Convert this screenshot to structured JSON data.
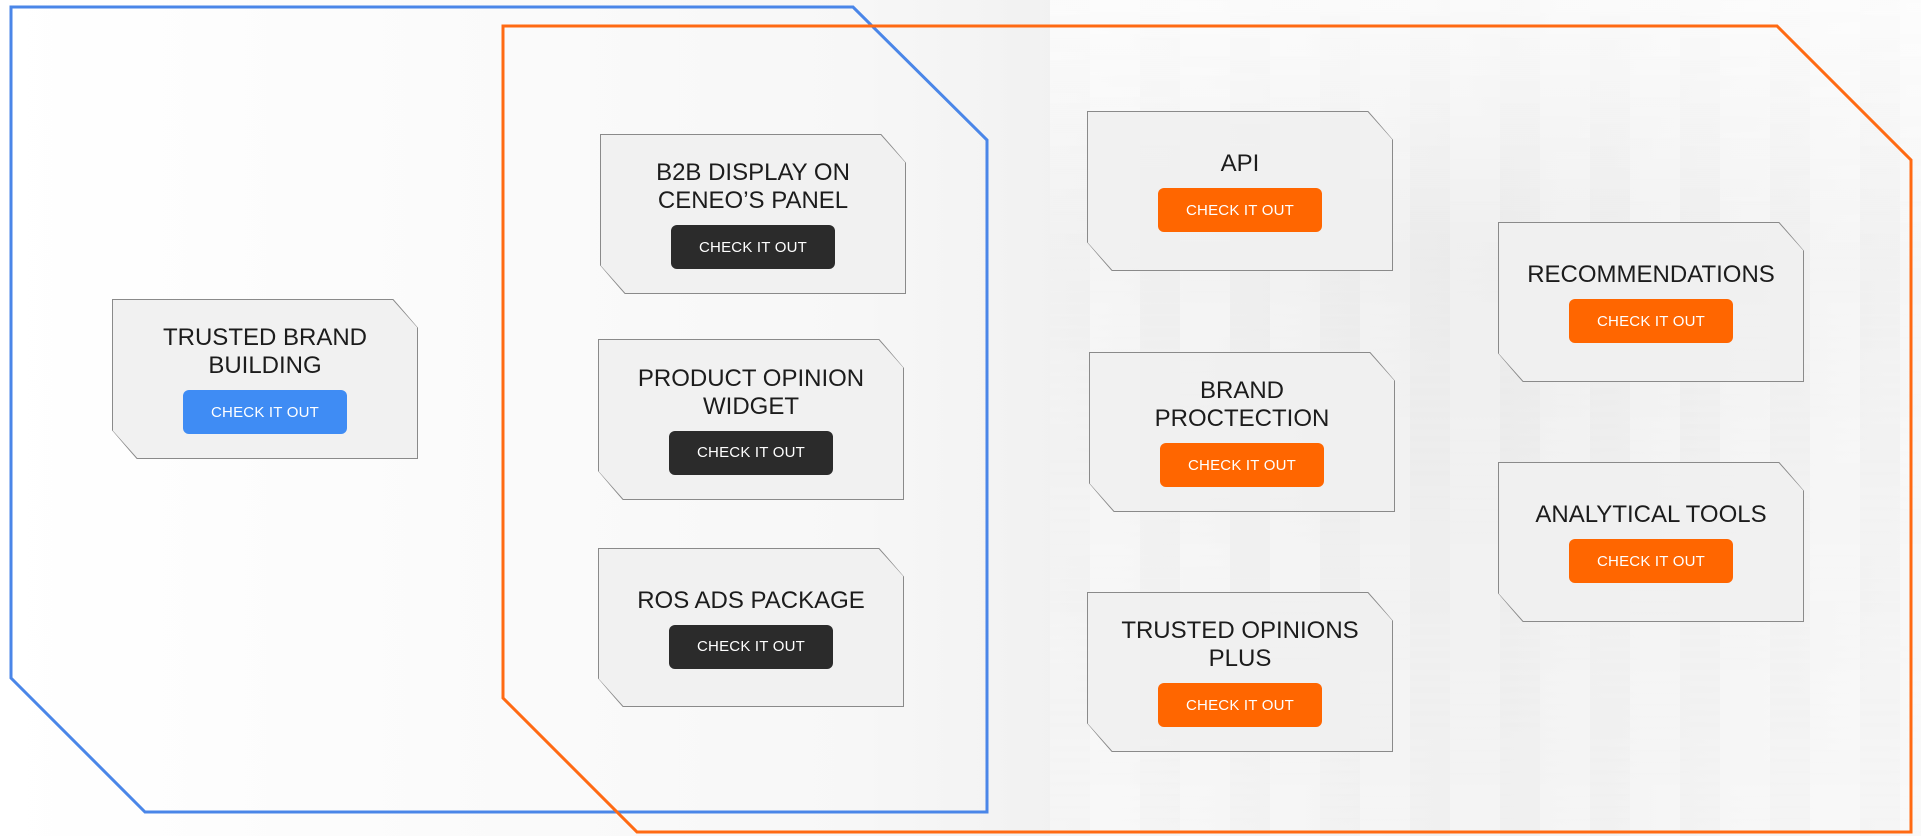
{
  "colors": {
    "blue_frame": "#4a86e8",
    "orange_frame": "#ff6a13",
    "card_bg": "#f0f0f0",
    "card_border": "#8a8a8a",
    "btn_blue": "#3f8cf4",
    "btn_dark": "#2b2b2b",
    "btn_orange": "#ff6600"
  },
  "cards": {
    "trusted_brand_building": {
      "title": "TRUSTED BRAND BUILDING",
      "button": "CHECK IT OUT"
    },
    "b2b_display": {
      "title": "B2B DISPLAY ON CENEO’S PANEL",
      "button": "CHECK IT OUT"
    },
    "product_opinion_widget": {
      "title": "PRODUCT OPINION WIDGET",
      "button": "CHECK IT OUT"
    },
    "ros_ads_package": {
      "title": "ROS ADS PACKAGE",
      "button": "CHECK IT OUT"
    },
    "api": {
      "title": "API",
      "button": "CHECK IT OUT"
    },
    "brand_protection": {
      "title": "BRAND PROCTECTION",
      "button": "CHECK IT OUT"
    },
    "trusted_opinions_plus": {
      "title": "TRUSTED OPINIONS PLUS",
      "button": "CHECK IT OUT"
    },
    "recommendations": {
      "title": "RECOMMENDATIONS",
      "button": "CHECK IT OUT"
    },
    "analytical_tools": {
      "title": "ANALYTICAL TOOLS",
      "button": "CHECK IT OUT"
    }
  }
}
